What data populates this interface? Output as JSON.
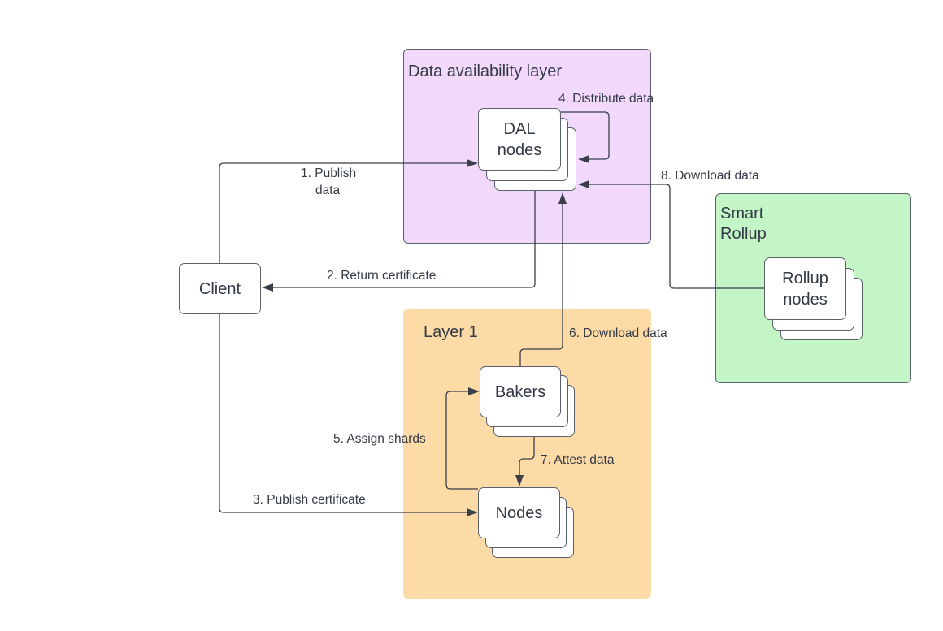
{
  "colors": {
    "dal_region": "#f2d9fb",
    "layer1_region": "#fddba6",
    "rollup_region": "#c3f5c6",
    "border": "#5a606b",
    "edge": "#3a3f4a",
    "text": "#333a45"
  },
  "regions": {
    "dal": {
      "label": "Data availability layer"
    },
    "layer1": {
      "label": "Layer 1"
    },
    "rollup": {
      "label_line1": "Smart",
      "label_line2": "Rollup"
    }
  },
  "nodes": {
    "client": {
      "label": "Client"
    },
    "dal_nodes": {
      "line1": "DAL",
      "line2": "nodes"
    },
    "bakers": {
      "label": "Bakers"
    },
    "l1_nodes": {
      "label": "Nodes"
    },
    "rollup_nodes": {
      "line1": "Rollup",
      "line2": "nodes"
    }
  },
  "edges": [
    {
      "id": "publish-data",
      "line1": "1. Publish",
      "line2": "data",
      "from": "Client",
      "to": "DAL nodes"
    },
    {
      "id": "return-certificate",
      "label": "2. Return certificate",
      "from": "DAL nodes",
      "to": "Client"
    },
    {
      "id": "publish-certificate",
      "label": "3. Publish certificate",
      "from": "Client",
      "to": "Nodes"
    },
    {
      "id": "distribute-data",
      "label": "4. Distribute data",
      "from": "DAL nodes",
      "to": "DAL nodes"
    },
    {
      "id": "assign-shards",
      "label": "5. Assign shards",
      "from": "Nodes",
      "to": "Bakers"
    },
    {
      "id": "download-data-bakers",
      "label": "6. Download data",
      "from": "Bakers",
      "to": "DAL nodes"
    },
    {
      "id": "attest-data",
      "label": "7. Attest data",
      "from": "Bakers",
      "to": "Nodes"
    },
    {
      "id": "download-data-rollup",
      "label": "8. Download data",
      "from": "Rollup nodes",
      "to": "DAL nodes"
    }
  ]
}
